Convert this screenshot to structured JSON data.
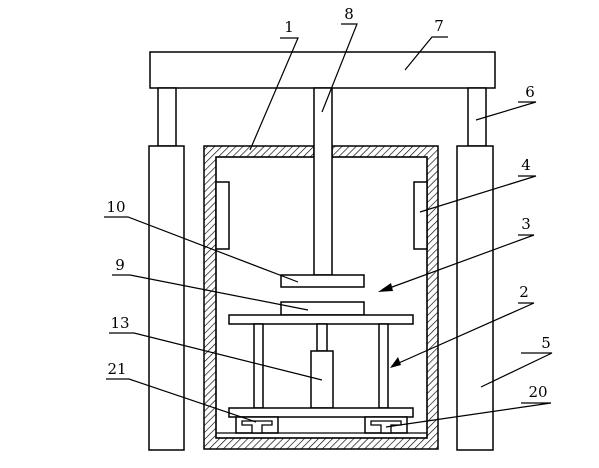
{
  "diagram": {
    "callouts": [
      {
        "id": "label-1",
        "text": "1"
      },
      {
        "id": "label-8",
        "text": "8"
      },
      {
        "id": "label-7",
        "text": "7"
      },
      {
        "id": "label-6",
        "text": "6"
      },
      {
        "id": "label-4",
        "text": "4"
      },
      {
        "id": "label-10",
        "text": "10"
      },
      {
        "id": "label-3",
        "text": "3"
      },
      {
        "id": "label-9",
        "text": "9"
      },
      {
        "id": "label-2",
        "text": "2"
      },
      {
        "id": "label-13",
        "text": "13"
      },
      {
        "id": "label-5",
        "text": "5"
      },
      {
        "id": "label-21",
        "text": "21"
      },
      {
        "id": "label-20",
        "text": "20"
      }
    ]
  }
}
